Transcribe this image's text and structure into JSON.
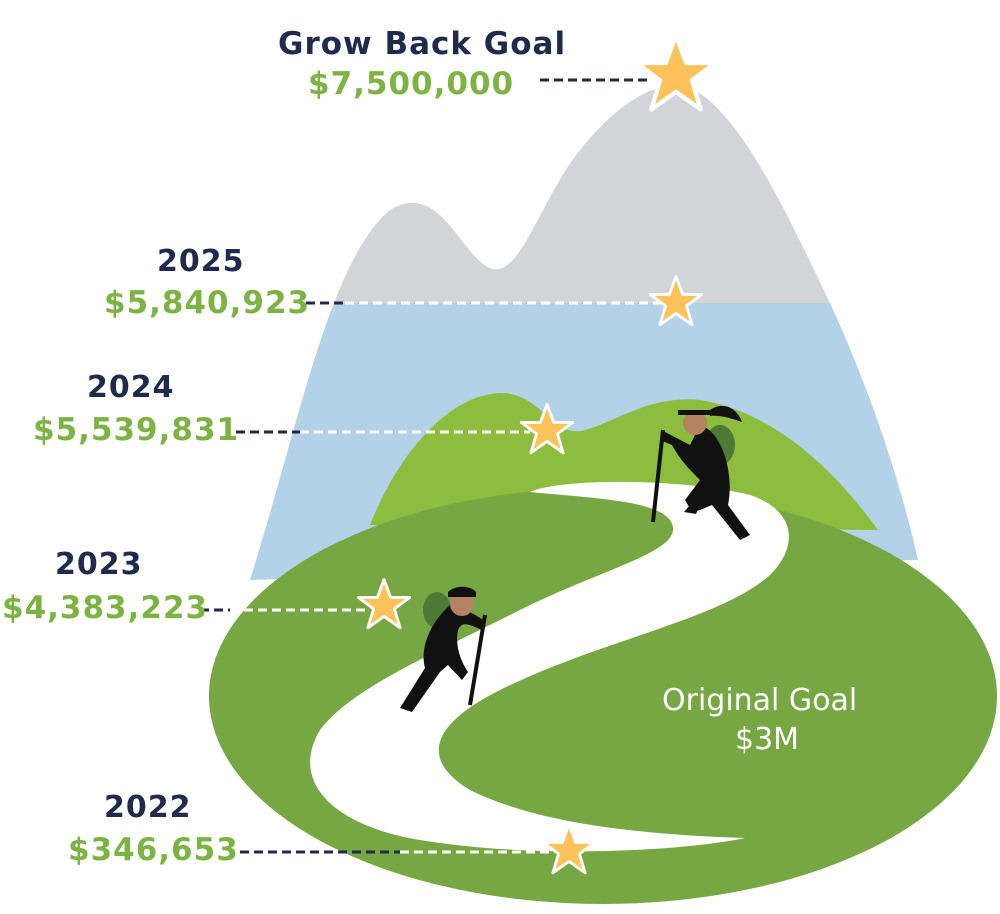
{
  "milestones": [
    {
      "id": "goal",
      "label": "Grow Back Goal",
      "amount": "$7,500,000"
    },
    {
      "id": "y2025",
      "label": "2025",
      "amount": "$5,840,923"
    },
    {
      "id": "y2024",
      "label": "2024",
      "amount": "$5,539,831"
    },
    {
      "id": "y2023",
      "label": "2023",
      "amount": "$4,383,223"
    },
    {
      "id": "y2022",
      "label": "2022",
      "amount": "$346,653"
    }
  ],
  "original_goal": {
    "label": "Original Goal",
    "amount": "$3M"
  },
  "colors": {
    "navy": "#1f2a4d",
    "green_text": "#7db343",
    "mountain_gray": "#d3d4d8",
    "sky_blue": "#b3d1e7",
    "hill_light": "#8cbd3f",
    "hill_dark": "#76a742",
    "path": "#ffffff",
    "star": "#fdc35a",
    "star_outline": "#ffffff"
  }
}
